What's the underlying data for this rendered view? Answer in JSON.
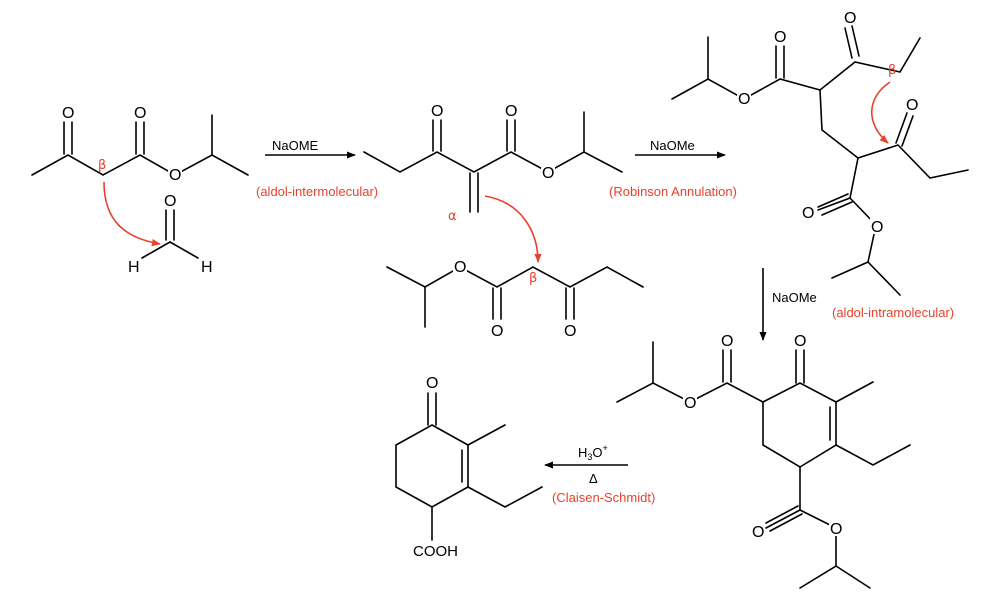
{
  "colors": {
    "mechanism": "#e8412c",
    "structure": "#000000"
  },
  "atoms": {
    "oxygen": "O",
    "hydrogen": "H",
    "carboxylic_acid": "COOH"
  },
  "step_labels": {
    "alpha": "α",
    "beta": "β"
  },
  "reactions": [
    {
      "reagent": "NaOME",
      "name": "(aldol-intermolecular)"
    },
    {
      "reagent": "NaOMe",
      "name": "(Robinson Annulation)"
    },
    {
      "reagent": "NaOMe",
      "name": "(aldol-intramolecular)"
    },
    {
      "reagent_main": "H",
      "reagent_sub": "3",
      "reagent_tail": "O",
      "reagent_sup": "+",
      "condition": "Δ",
      "name": "(Claisen-Schmidt)"
    }
  ]
}
